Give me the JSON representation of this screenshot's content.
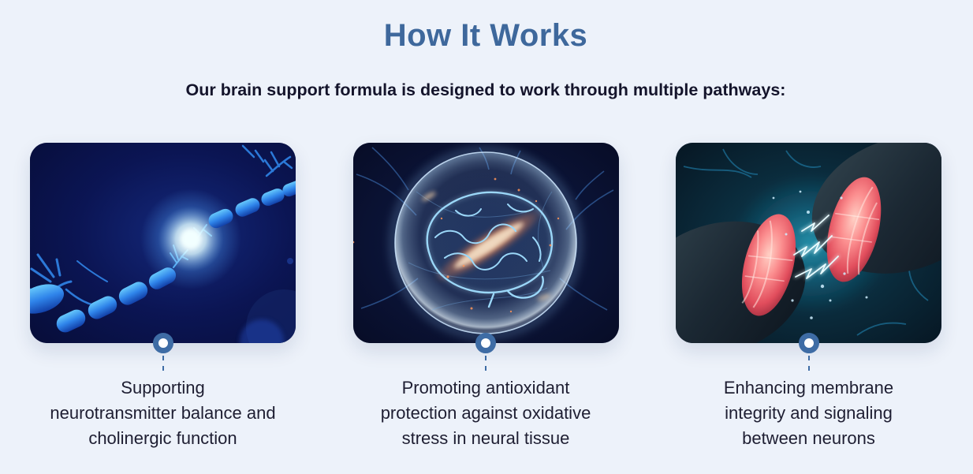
{
  "section": {
    "title": "How It Works",
    "subtitle": "Our brain support formula is designed to work through multiple pathways:"
  },
  "cards": [
    {
      "illustration": "neuron-axon-illustration",
      "caption_lines": [
        "Supporting",
        "neurotransmitter balance and",
        "cholinergic function"
      ]
    },
    {
      "illustration": "brain-in-glowing-sphere-illustration",
      "caption_lines": [
        "Promoting antioxidant",
        "protection against oxidative",
        "stress in neural tissue"
      ]
    },
    {
      "illustration": "synapse-between-neurons-illustration",
      "caption_lines": [
        "Enhancing membrane",
        "integrity and signaling",
        "between neurons"
      ]
    }
  ],
  "colors": {
    "page_background": "#edf2fa",
    "title": "#3e689c",
    "body_text": "#1e1e32",
    "connector": "#3e6ca5"
  }
}
